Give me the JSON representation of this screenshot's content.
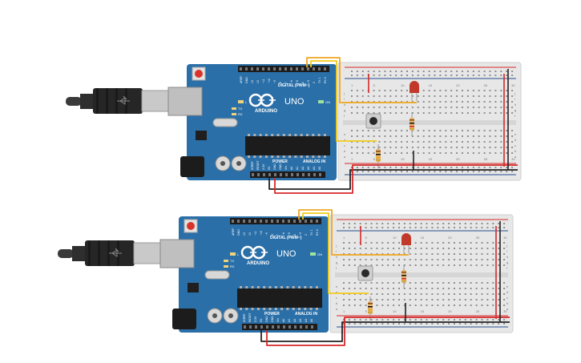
{
  "circuits": [
    {
      "id": "circuit-1",
      "board": {
        "brand": "ARDUINO",
        "model": "UNO",
        "digital_label": "DIGITAL (PWM~)",
        "power_label": "POWER",
        "analog_label": "ANALOG IN",
        "led_labels": [
          "L",
          "TX",
          "RX"
        ],
        "on_label": "ON",
        "header_top_pins": [
          "AREF",
          "GND",
          "13",
          "12",
          "~11",
          "~10",
          "~9",
          "8",
          "7",
          "~6",
          "~5",
          "4",
          "~3",
          "2",
          "TX 1",
          "RX 0"
        ],
        "header_bottom_pins": [
          "IOREF",
          "RESET",
          "3.3V",
          "5V",
          "GND",
          "GND",
          "Vin",
          "A0",
          "A1",
          "A2",
          "A3",
          "A4",
          "A5"
        ]
      },
      "breadboard": {
        "row_letters": [
          "a",
          "b",
          "c",
          "d",
          "e",
          "f",
          "g",
          "h",
          "i",
          "j"
        ],
        "column_numbers": [
          "1",
          "5",
          "10",
          "15",
          "20",
          "25",
          "30"
        ]
      },
      "components": [
        "usb-cable",
        "push-button",
        "red-led",
        "resistor-led",
        "resistor-pulldown"
      ],
      "wire_colors": {
        "signal_a": "#f0a61e",
        "signal_b": "#f2cc1b",
        "power": "#d62828",
        "ground": "#222222"
      }
    },
    {
      "id": "circuit-2",
      "board": {
        "brand": "ARDUINO",
        "model": "UNO",
        "digital_label": "DIGITAL (PWM~)",
        "power_label": "POWER",
        "analog_label": "ANALOG IN",
        "led_labels": [
          "L",
          "TX",
          "RX"
        ],
        "on_label": "ON",
        "header_top_pins": [
          "AREF",
          "GND",
          "13",
          "12",
          "~11",
          "~10",
          "~9",
          "8",
          "7",
          "~6",
          "~5",
          "4",
          "~3",
          "2",
          "TX 1",
          "RX 0"
        ],
        "header_bottom_pins": [
          "IOREF",
          "RESET",
          "3.3V",
          "5V",
          "GND",
          "GND",
          "Vin",
          "A0",
          "A1",
          "A2",
          "A3",
          "A4",
          "A5"
        ]
      },
      "breadboard": {
        "row_letters": [
          "a",
          "b",
          "c",
          "d",
          "e",
          "f",
          "g",
          "h",
          "i",
          "j"
        ],
        "column_numbers": [
          "1",
          "5",
          "10",
          "15",
          "20",
          "25",
          "30"
        ]
      },
      "components": [
        "usb-cable",
        "push-button",
        "red-led",
        "resistor-led",
        "resistor-pulldown"
      ],
      "wire_colors": {
        "signal_a": "#f0a61e",
        "signal_b": "#f2cc1b",
        "power": "#d62828",
        "ground": "#222222"
      }
    }
  ],
  "colors": {
    "board_blue": "#2a6fa8",
    "board_dark": "#1f5a8c",
    "breadboard": "#e7e7e7",
    "rail_red": "#d62828",
    "rail_blue": "#2a4d8f",
    "led_red": "#c0392b"
  }
}
